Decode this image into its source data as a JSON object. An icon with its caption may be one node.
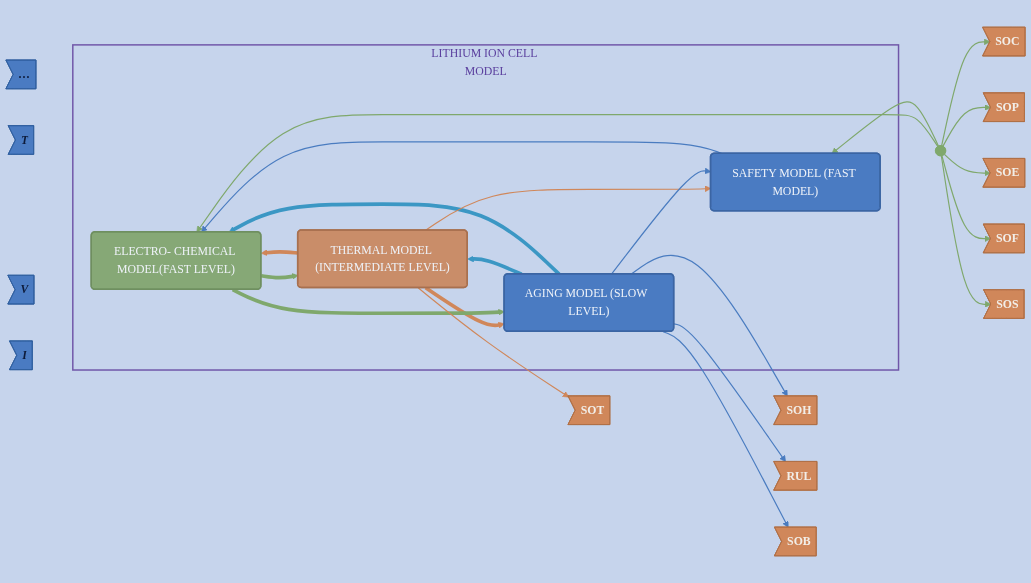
{
  "diagram": {
    "nodes": [
      {
        "text": [
          "LITHIUM ION CELL MODEL"
        ]
      },
      {
        "text": [
          "ELECTRO- CHEMICAL MODEL(FAST LEVEL)"
        ],
        "in": 0
      },
      {
        "text": [
          "THERMAL MODEL (INTERMEDIATE LEVEL)"
        ],
        "in": 0
      },
      {
        "text": [
          "AGING MODEL (SLOW  LEVEL)"
        ],
        "in": 0
      },
      {
        "text": [
          "SAFETY MODEL (FAST MODEL)"
        ],
        "in": 0
      },
      {
        "text": [
          "I"
        ]
      },
      {
        "text": [
          "V"
        ]
      },
      {
        "text": [
          "T"
        ]
      },
      {
        "text": [
          "…"
        ]
      },
      {
        "text": [
          "SOC"
        ]
      },
      {
        "text": [
          "SOP"
        ]
      },
      {
        "text": [
          "SOE"
        ]
      },
      {
        "text": [
          "SOF"
        ]
      },
      {
        "text": [
          "SOS"
        ]
      },
      {
        "text": [
          "SOT"
        ]
      },
      {
        "text": [
          "SOH"
        ]
      },
      {
        "text": [
          "RUL"
        ]
      },
      {
        "text": [
          "SOB"
        ]
      },
      {
        "text": [],
        "shape": "bar"
      }
    ],
    "edges": [
      {
        "from": 1,
        "to": 2,
        "arrow": "to",
        "style": "thick",
        "color": "#7fa86c"
      },
      {
        "from": 2,
        "to": 1,
        "arrow": "to",
        "style": "thick",
        "color": "#d0875a"
      },
      {
        "from": 2,
        "to": 3,
        "arrow": "to",
        "style": "thick",
        "color": "#d0875a"
      },
      {
        "from": 3,
        "to": 2,
        "arrow": "to",
        "style": "thick",
        "color": "#3b97c4"
      },
      {
        "from": 1,
        "to": 3,
        "arrow": "to",
        "style": "thick",
        "color": "#7fa86c"
      },
      {
        "from": 3,
        "to": 1,
        "arrow": "to",
        "style": "thick",
        "color": "#3b97c4"
      },
      {
        "from": 4,
        "to": 1,
        "arrow": "to",
        "color": "#4a7cc0"
      },
      {
        "from": 18,
        "to": 1,
        "arrow": "to",
        "color": "#7fa86c"
      },
      {
        "from": 18,
        "to": 4,
        "arrow": "to",
        "color": "#7fa86c"
      },
      {
        "from": 18,
        "to": 9,
        "arrow": "to",
        "color": "#7fa86c"
      },
      {
        "from": 18,
        "to": 10,
        "arrow": "to",
        "color": "#7fa86c"
      },
      {
        "from": 18,
        "to": 11,
        "arrow": "to",
        "color": "#7fa86c"
      },
      {
        "from": 18,
        "to": 12,
        "arrow": "to",
        "color": "#7fa86c"
      },
      {
        "from": 18,
        "to": 13,
        "arrow": "to",
        "color": "#7fa86c"
      },
      {
        "from": 2,
        "to": 4,
        "arrow": "to",
        "color": "#d0875a"
      },
      {
        "from": 2,
        "to": 14,
        "arrow": "to",
        "color": "#d0875a"
      },
      {
        "from": 3,
        "to": 4,
        "arrow": "to",
        "color": "#4a7cc0"
      },
      {
        "from": 3,
        "to": 15,
        "arrow": "to",
        "color": "#4a7cc0"
      },
      {
        "from": 3,
        "to": 16,
        "arrow": "to",
        "color": "#4a7cc0"
      },
      {
        "from": 3,
        "to": 17,
        "arrow": "to",
        "color": "#4a7cc0"
      }
    ]
  }
}
